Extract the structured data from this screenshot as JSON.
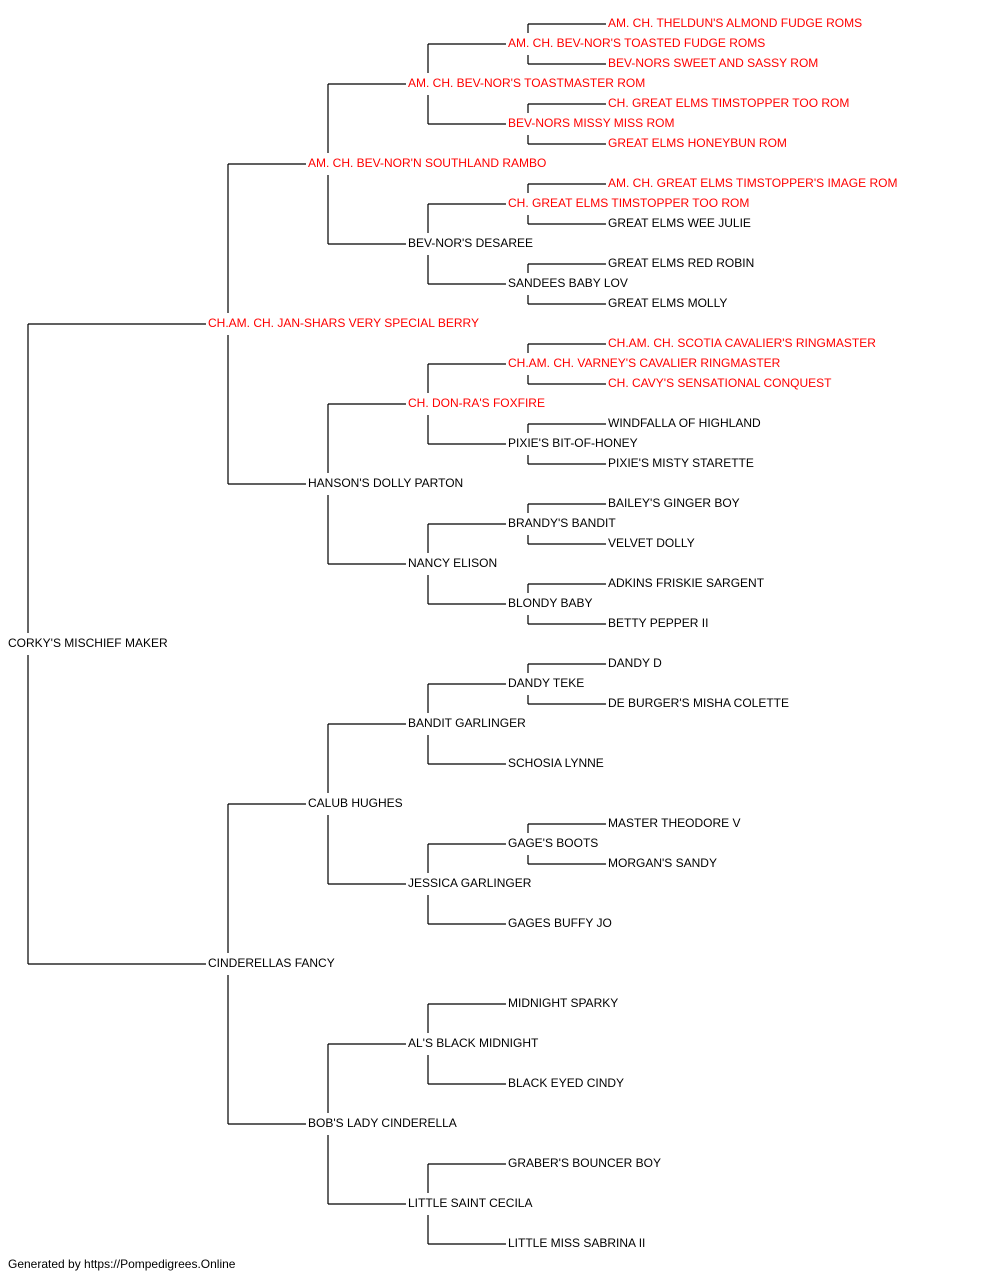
{
  "colors": {
    "champion": "#ff0000",
    "normal": "#000000",
    "line": "#000000"
  },
  "pedigree": {
    "name": "CORKY'S MISCHIEF MAKER",
    "ch": false,
    "sire": {
      "name": "CH.AM. CH. JAN-SHARS VERY SPECIAL BERRY",
      "ch": true,
      "sire": {
        "name": "AM. CH. BEV-NOR'N SOUTHLAND RAMBO",
        "ch": true,
        "sire": {
          "name": "AM. CH. BEV-NOR'S TOASTMASTER ROM",
          "ch": true,
          "sire": {
            "name": "AM. CH. BEV-NOR'S TOASTED FUDGE ROMS",
            "ch": true,
            "sire": {
              "name": "AM. CH. THELDUN'S ALMOND FUDGE ROMS",
              "ch": true
            },
            "dam": {
              "name": "BEV-NORS SWEET AND SASSY ROM",
              "ch": true
            }
          },
          "dam": {
            "name": "BEV-NORS MISSY MISS ROM",
            "ch": true,
            "sire": {
              "name": "CH. GREAT ELMS TIMSTOPPER TOO ROM",
              "ch": true
            },
            "dam": {
              "name": "GREAT ELMS HONEYBUN ROM",
              "ch": true
            }
          }
        },
        "dam": {
          "name": "BEV-NOR'S DESAREE",
          "ch": false,
          "sire": {
            "name": "CH. GREAT ELMS TIMSTOPPER TOO ROM",
            "ch": true,
            "sire": {
              "name": "AM. CH. GREAT ELMS TIMSTOPPER'S IMAGE ROM",
              "ch": true
            },
            "dam": {
              "name": "GREAT ELMS WEE JULIE",
              "ch": false
            }
          },
          "dam": {
            "name": "SANDEES BABY LOV",
            "ch": false,
            "sire": {
              "name": "GREAT ELMS RED ROBIN",
              "ch": false
            },
            "dam": {
              "name": "GREAT ELMS MOLLY",
              "ch": false
            }
          }
        }
      },
      "dam": {
        "name": "HANSON'S DOLLY PARTON",
        "ch": false,
        "sire": {
          "name": "CH. DON-RA'S FOXFIRE",
          "ch": true,
          "sire": {
            "name": "CH.AM. CH. VARNEY'S CAVALIER RINGMASTER",
            "ch": true,
            "sire": {
              "name": "CH.AM. CH. SCOTIA CAVALIER'S RINGMASTER",
              "ch": true
            },
            "dam": {
              "name": "CH. CAVY'S SENSATIONAL CONQUEST",
              "ch": true
            }
          },
          "dam": {
            "name": "PIXIE'S BIT-OF-HONEY",
            "ch": false,
            "sire": {
              "name": "WINDFALLA OF HIGHLAND",
              "ch": false
            },
            "dam": {
              "name": "PIXIE'S MISTY STARETTE",
              "ch": false
            }
          }
        },
        "dam": {
          "name": "NANCY ELISON",
          "ch": false,
          "sire": {
            "name": "BRANDY'S BANDIT",
            "ch": false,
            "sire": {
              "name": "BAILEY'S GINGER BOY",
              "ch": false
            },
            "dam": {
              "name": "VELVET DOLLY",
              "ch": false
            }
          },
          "dam": {
            "name": "BLONDY BABY",
            "ch": false,
            "sire": {
              "name": "ADKINS FRISKIE SARGENT",
              "ch": false
            },
            "dam": {
              "name": "BETTY PEPPER II",
              "ch": false
            }
          }
        }
      }
    },
    "dam": {
      "name": "CINDERELLAS FANCY",
      "ch": false,
      "sire": {
        "name": "CALUB HUGHES",
        "ch": false,
        "sire": {
          "name": "BANDIT GARLINGER",
          "ch": false,
          "sire": {
            "name": "DANDY TEKE",
            "ch": false,
            "sire": {
              "name": "DANDY D",
              "ch": false
            },
            "dam": {
              "name": "DE BURGER'S MISHA COLETTE",
              "ch": false
            }
          },
          "dam": {
            "name": "SCHOSIA LYNNE",
            "ch": false
          }
        },
        "dam": {
          "name": "JESSICA GARLINGER",
          "ch": false,
          "sire": {
            "name": "GAGE'S BOOTS",
            "ch": false,
            "sire": {
              "name": "MASTER THEODORE V",
              "ch": false
            },
            "dam": {
              "name": "MORGAN'S SANDY",
              "ch": false
            }
          },
          "dam": {
            "name": "GAGES BUFFY JO",
            "ch": false
          }
        }
      },
      "dam": {
        "name": "BOB'S LADY CINDERELLA",
        "ch": false,
        "sire": {
          "name": "AL'S BLACK MIDNIGHT",
          "ch": false,
          "sire": {
            "name": "MIDNIGHT SPARKY",
            "ch": false
          },
          "dam": {
            "name": "BLACK EYED CINDY",
            "ch": false
          }
        },
        "dam": {
          "name": "LITTLE SAINT CECILA",
          "ch": false,
          "sire": {
            "name": "GRABER'S BOUNCER BOY",
            "ch": false
          },
          "dam": {
            "name": "LITTLE MISS SABRINA II",
            "ch": false
          }
        }
      }
    }
  },
  "footer": {
    "text": "Generated by https://Pompedigrees.Online"
  }
}
